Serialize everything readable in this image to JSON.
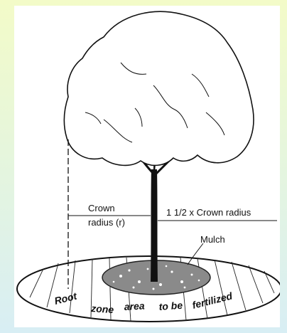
{
  "labels": {
    "crown_radius_line1": "Crown",
    "crown_radius_line2": "radius (r)",
    "crown_radius_multiple": "1 1/2 x Crown radius",
    "mulch": "Mulch"
  },
  "ground_text": {
    "word1": "Root",
    "word2": "zone",
    "word3": "area",
    "word4": "to be",
    "word5": "fertilized"
  }
}
